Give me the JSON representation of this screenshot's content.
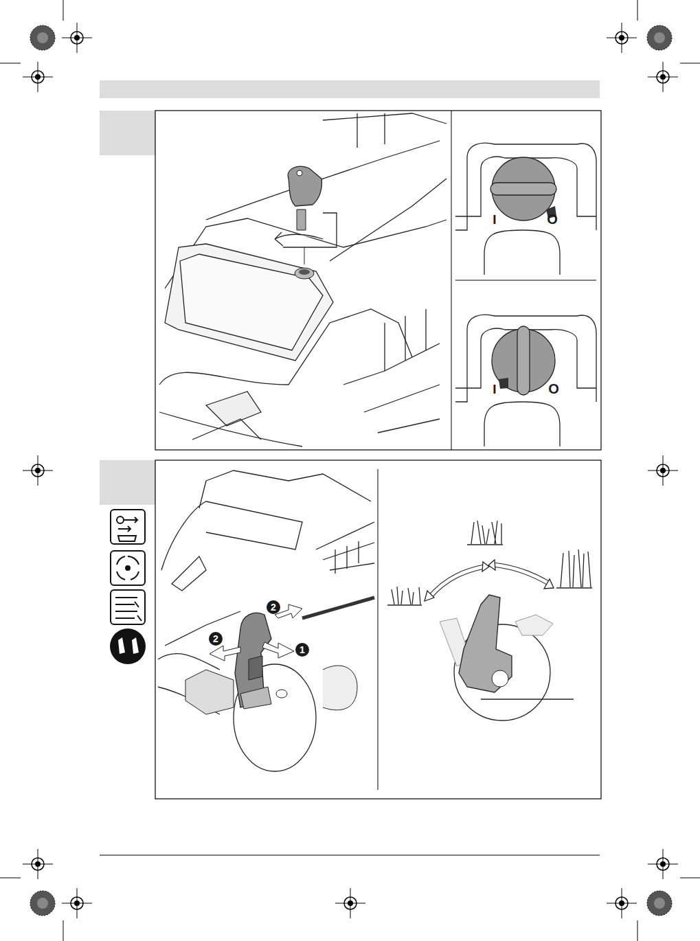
{
  "diagram": {
    "labels": [
      "I",
      "O",
      "I",
      "O",
      "2",
      "2",
      "1"
    ]
  }
}
